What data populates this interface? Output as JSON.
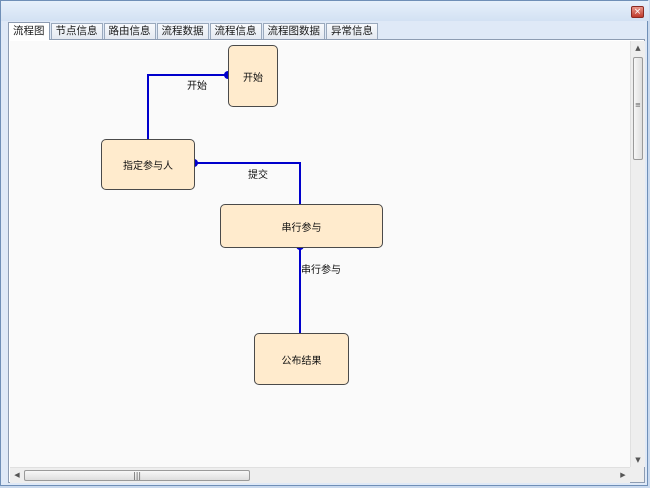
{
  "window": {
    "close_glyph": "×"
  },
  "tabs": [
    {
      "label": "流程图",
      "active": true
    },
    {
      "label": "节点信息"
    },
    {
      "label": "路由信息"
    },
    {
      "label": "流程数据"
    },
    {
      "label": "流程信息"
    },
    {
      "label": "流程图数据"
    },
    {
      "label": "异常信息"
    }
  ],
  "flow": {
    "nodes": {
      "start": "开始",
      "assign": "指定参与人",
      "serial": "串行参与",
      "publish": "公布结果"
    },
    "edges": {
      "start_label": "开始",
      "submit_label": "提交",
      "serial_label": "串行参与"
    },
    "colors": {
      "node_fill": "#ffebcd",
      "edge": "#0000cc"
    }
  },
  "scrollbars": {
    "up_glyph": "▲",
    "down_glyph": "▼",
    "left_glyph": "◀",
    "right_glyph": "▶",
    "v_grip_glyph": "≡",
    "h_grip_glyph": "|||"
  }
}
